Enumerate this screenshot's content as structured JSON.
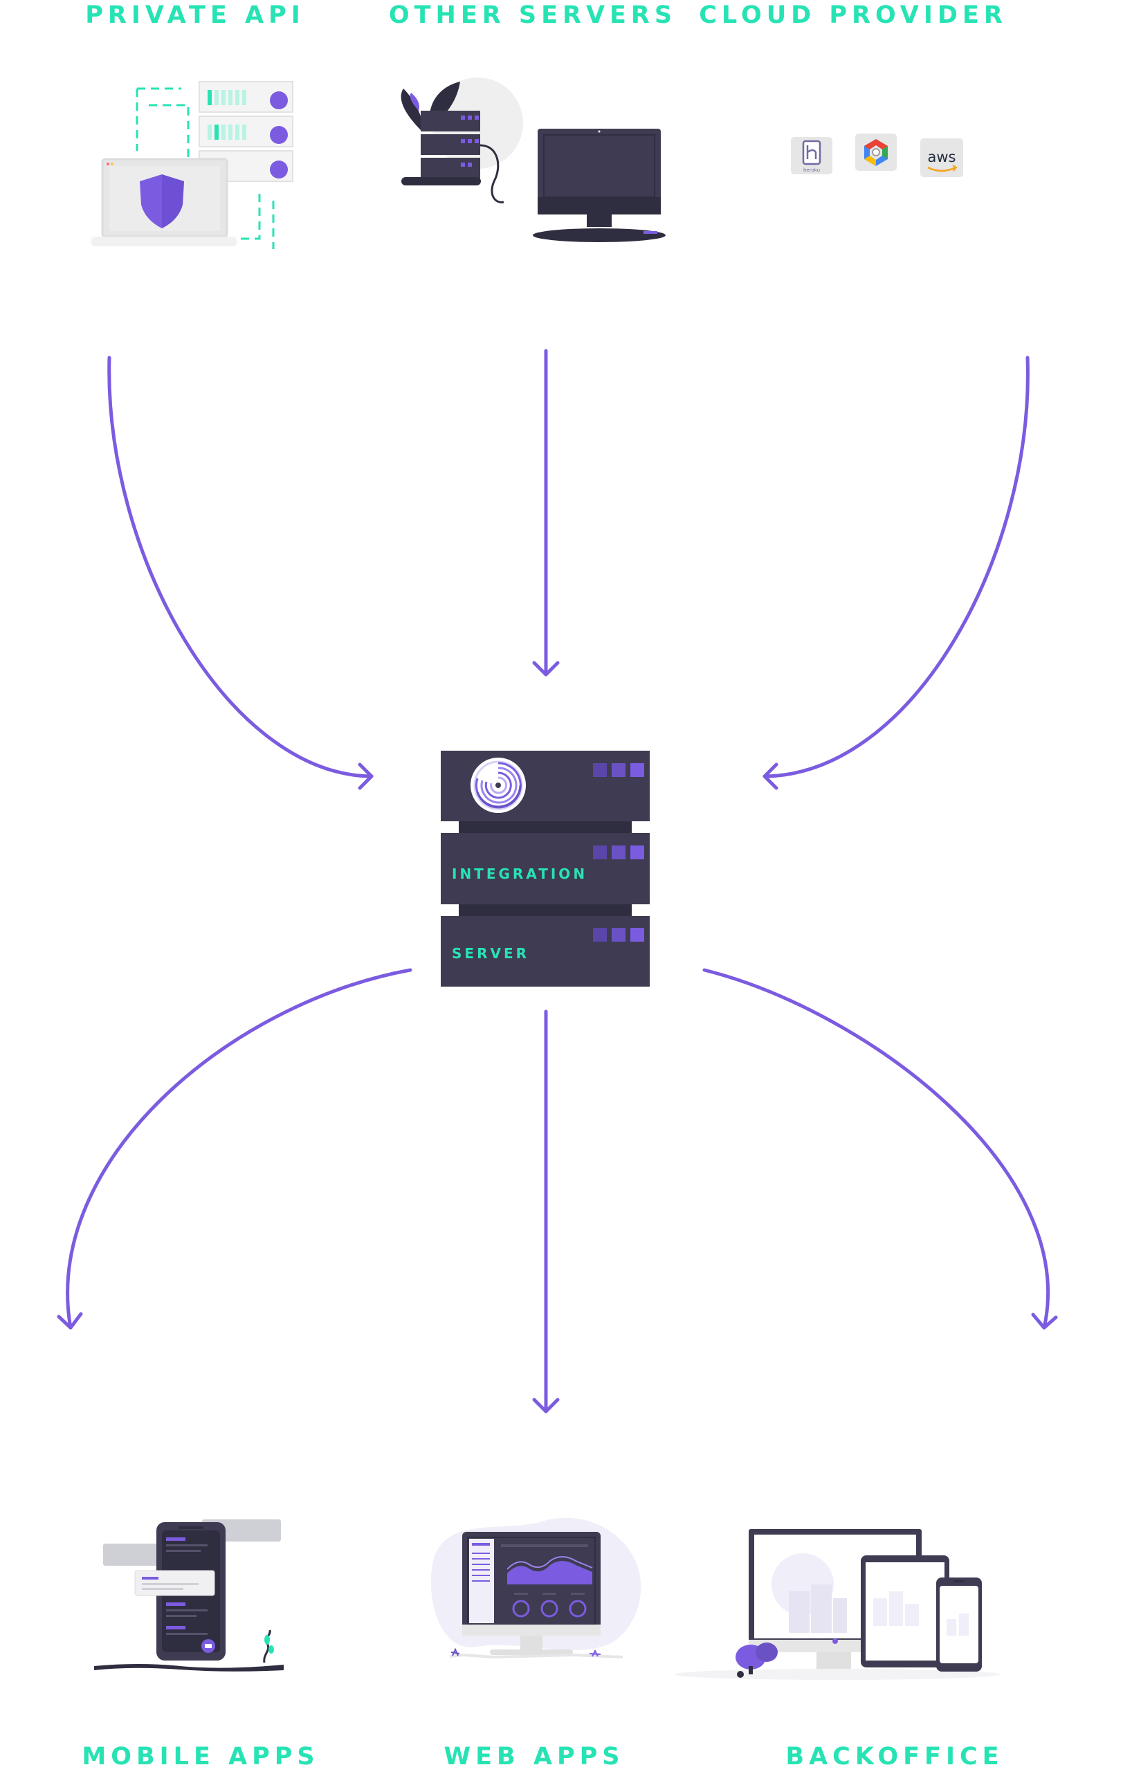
{
  "diagram": {
    "sources": [
      {
        "id": "private-api",
        "label": "PRIVATE API"
      },
      {
        "id": "other-servers",
        "label": "OTHER SERVERS"
      },
      {
        "id": "cloud-provider",
        "label": "CLOUD PROVIDER",
        "providers": [
          "heroku",
          "aws"
        ]
      }
    ],
    "hub": {
      "line1": "INTEGRATION",
      "line2": "SERVER"
    },
    "targets": [
      {
        "id": "mobile-apps",
        "label": "MOBILE APPS"
      },
      {
        "id": "web-apps",
        "label": "WEB APPS"
      },
      {
        "id": "backoffice",
        "label": "BACKOFFICE"
      }
    ]
  },
  "colors": {
    "accent_teal": "#27e3b4",
    "purple": "#7b5ce0",
    "arrow": "#7b5ce0",
    "server_dark": "#3f3b52",
    "grey": "#e6e6e6"
  }
}
